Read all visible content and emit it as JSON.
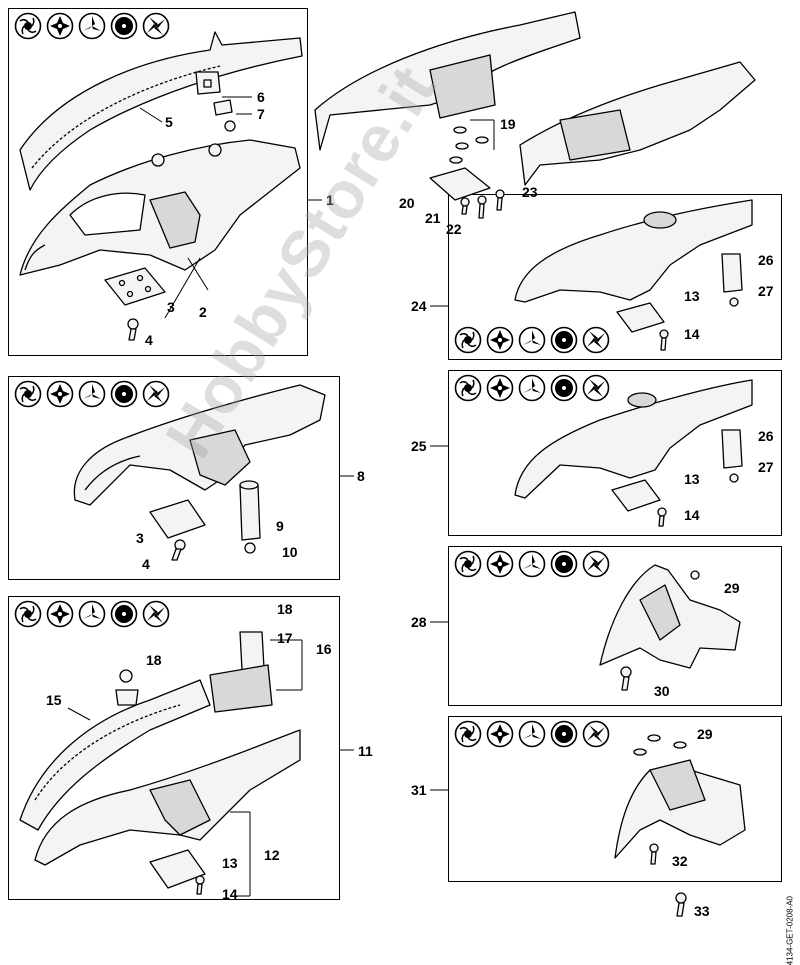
{
  "diagram": {
    "doc_id": "4134-GET-0208-A0",
    "watermark": "HobbyStore.it",
    "callouts": {
      "c1": "1",
      "c2": "2",
      "c3": "3",
      "c4": "4",
      "c5": "5",
      "c6": "6",
      "c7": "7",
      "c8": "8",
      "c3b": "3",
      "c4b": "4",
      "c9": "9",
      "c10": "10",
      "c11": "11",
      "c12": "12",
      "c13a": "13",
      "c14a": "14",
      "c15": "15",
      "c16": "16",
      "c17": "17",
      "c18a": "18",
      "c18b": "18",
      "c19": "19",
      "c20": "20",
      "c21": "21",
      "c22": "22",
      "c23": "23",
      "c24": "24",
      "c13b": "13",
      "c14b": "14",
      "c26a": "26",
      "c27a": "27",
      "c25": "25",
      "c13c": "13",
      "c14c": "14",
      "c26b": "26",
      "c27b": "27",
      "c28": "28",
      "c29a": "29",
      "c30": "30",
      "c31": "31",
      "c29b": "29",
      "c32": "32",
      "c33": "33"
    },
    "icon_set": [
      "grass-cutting-head-icon",
      "metal-grass-blade-icon",
      "three-tooth-blade-icon",
      "circular-saw-blade-icon",
      "four-tooth-blade-icon"
    ],
    "colors": {
      "line": "#000000",
      "part_fill": "#f4f4f4",
      "shade": "#d8d8d8",
      "watermark": "#a0a0a0"
    }
  }
}
